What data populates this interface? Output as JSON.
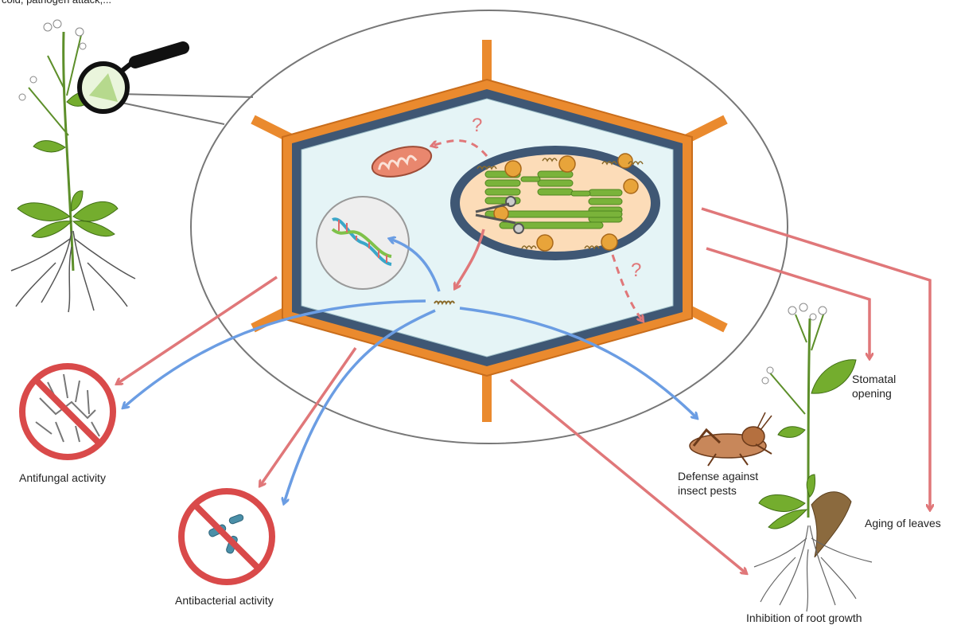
{
  "caption": "cold, pathogen attack,...",
  "labels": {
    "antifungal": "Antifungal activity",
    "antibacterial": "Antibacterial activity",
    "defense_line1": "Defense against",
    "defense_line2": "insect pests",
    "stomatal_line1": "Stomatal",
    "stomatal_line2": "opening",
    "aging": "Aging of leaves",
    "root": "Inhibition of root growth"
  },
  "question_mark": "?",
  "colors": {
    "cell_wall": "#ea8a2e",
    "membrane": "#3f5774",
    "cytoplasm": "#e5f4f6",
    "chloroplast_stroma": "#fcdcb8",
    "thylakoid": "#7ab33a",
    "plastoglobule": "#e8a43a",
    "red_arrow": "#e07779",
    "blue_arrow": "#6b9de3",
    "prohibit": "#d94a4a",
    "leaf": "#74ad2e"
  }
}
